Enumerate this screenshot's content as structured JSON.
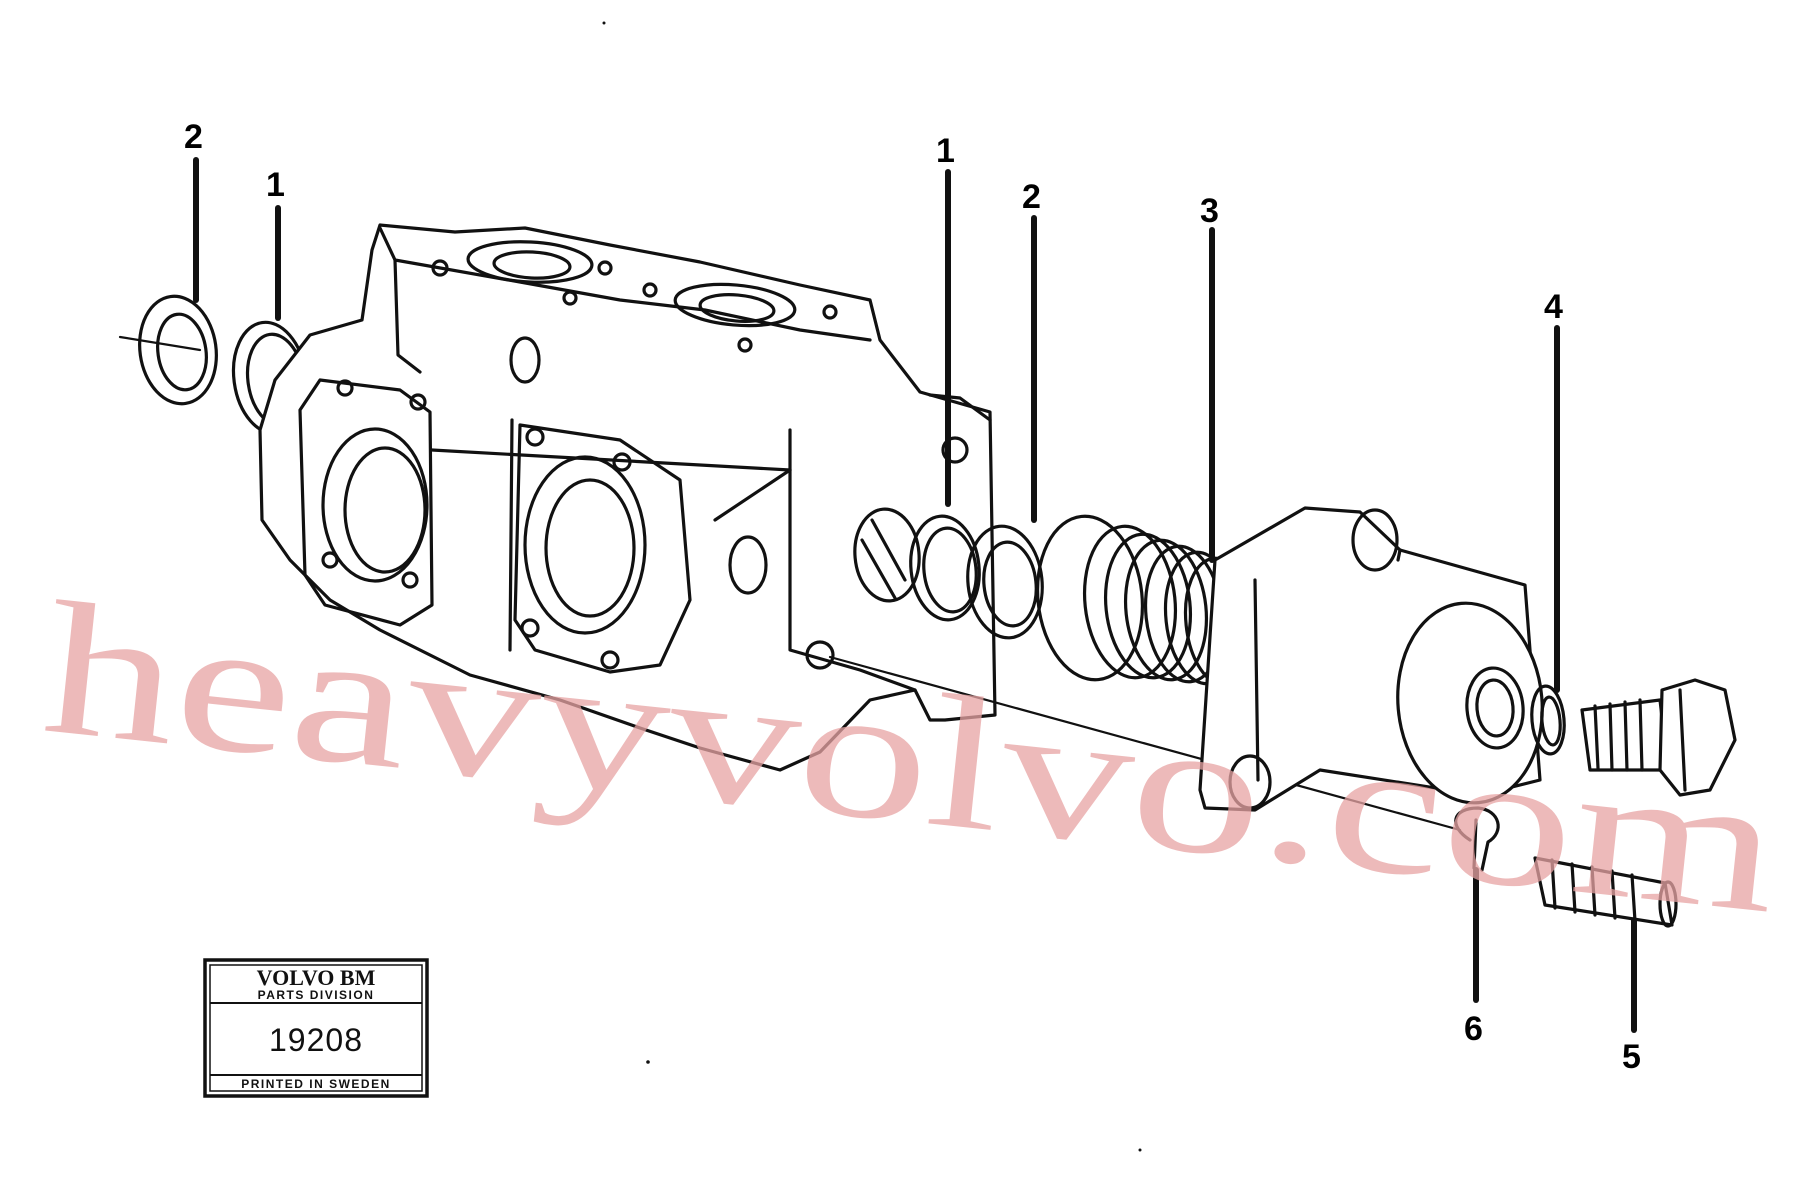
{
  "callouts": {
    "left_2": "2",
    "left_1": "1",
    "mid_1": "1",
    "mid_2": "2",
    "mid_3": "3",
    "right_4": "4",
    "bottom_6": "6",
    "bottom_5": "5"
  },
  "stamp": {
    "brand": "VOLVO BM",
    "division": "PARTS DIVISION",
    "number": "19208",
    "printed": "PRINTED IN SWEDEN"
  },
  "watermark": "heavyvolvo.com"
}
